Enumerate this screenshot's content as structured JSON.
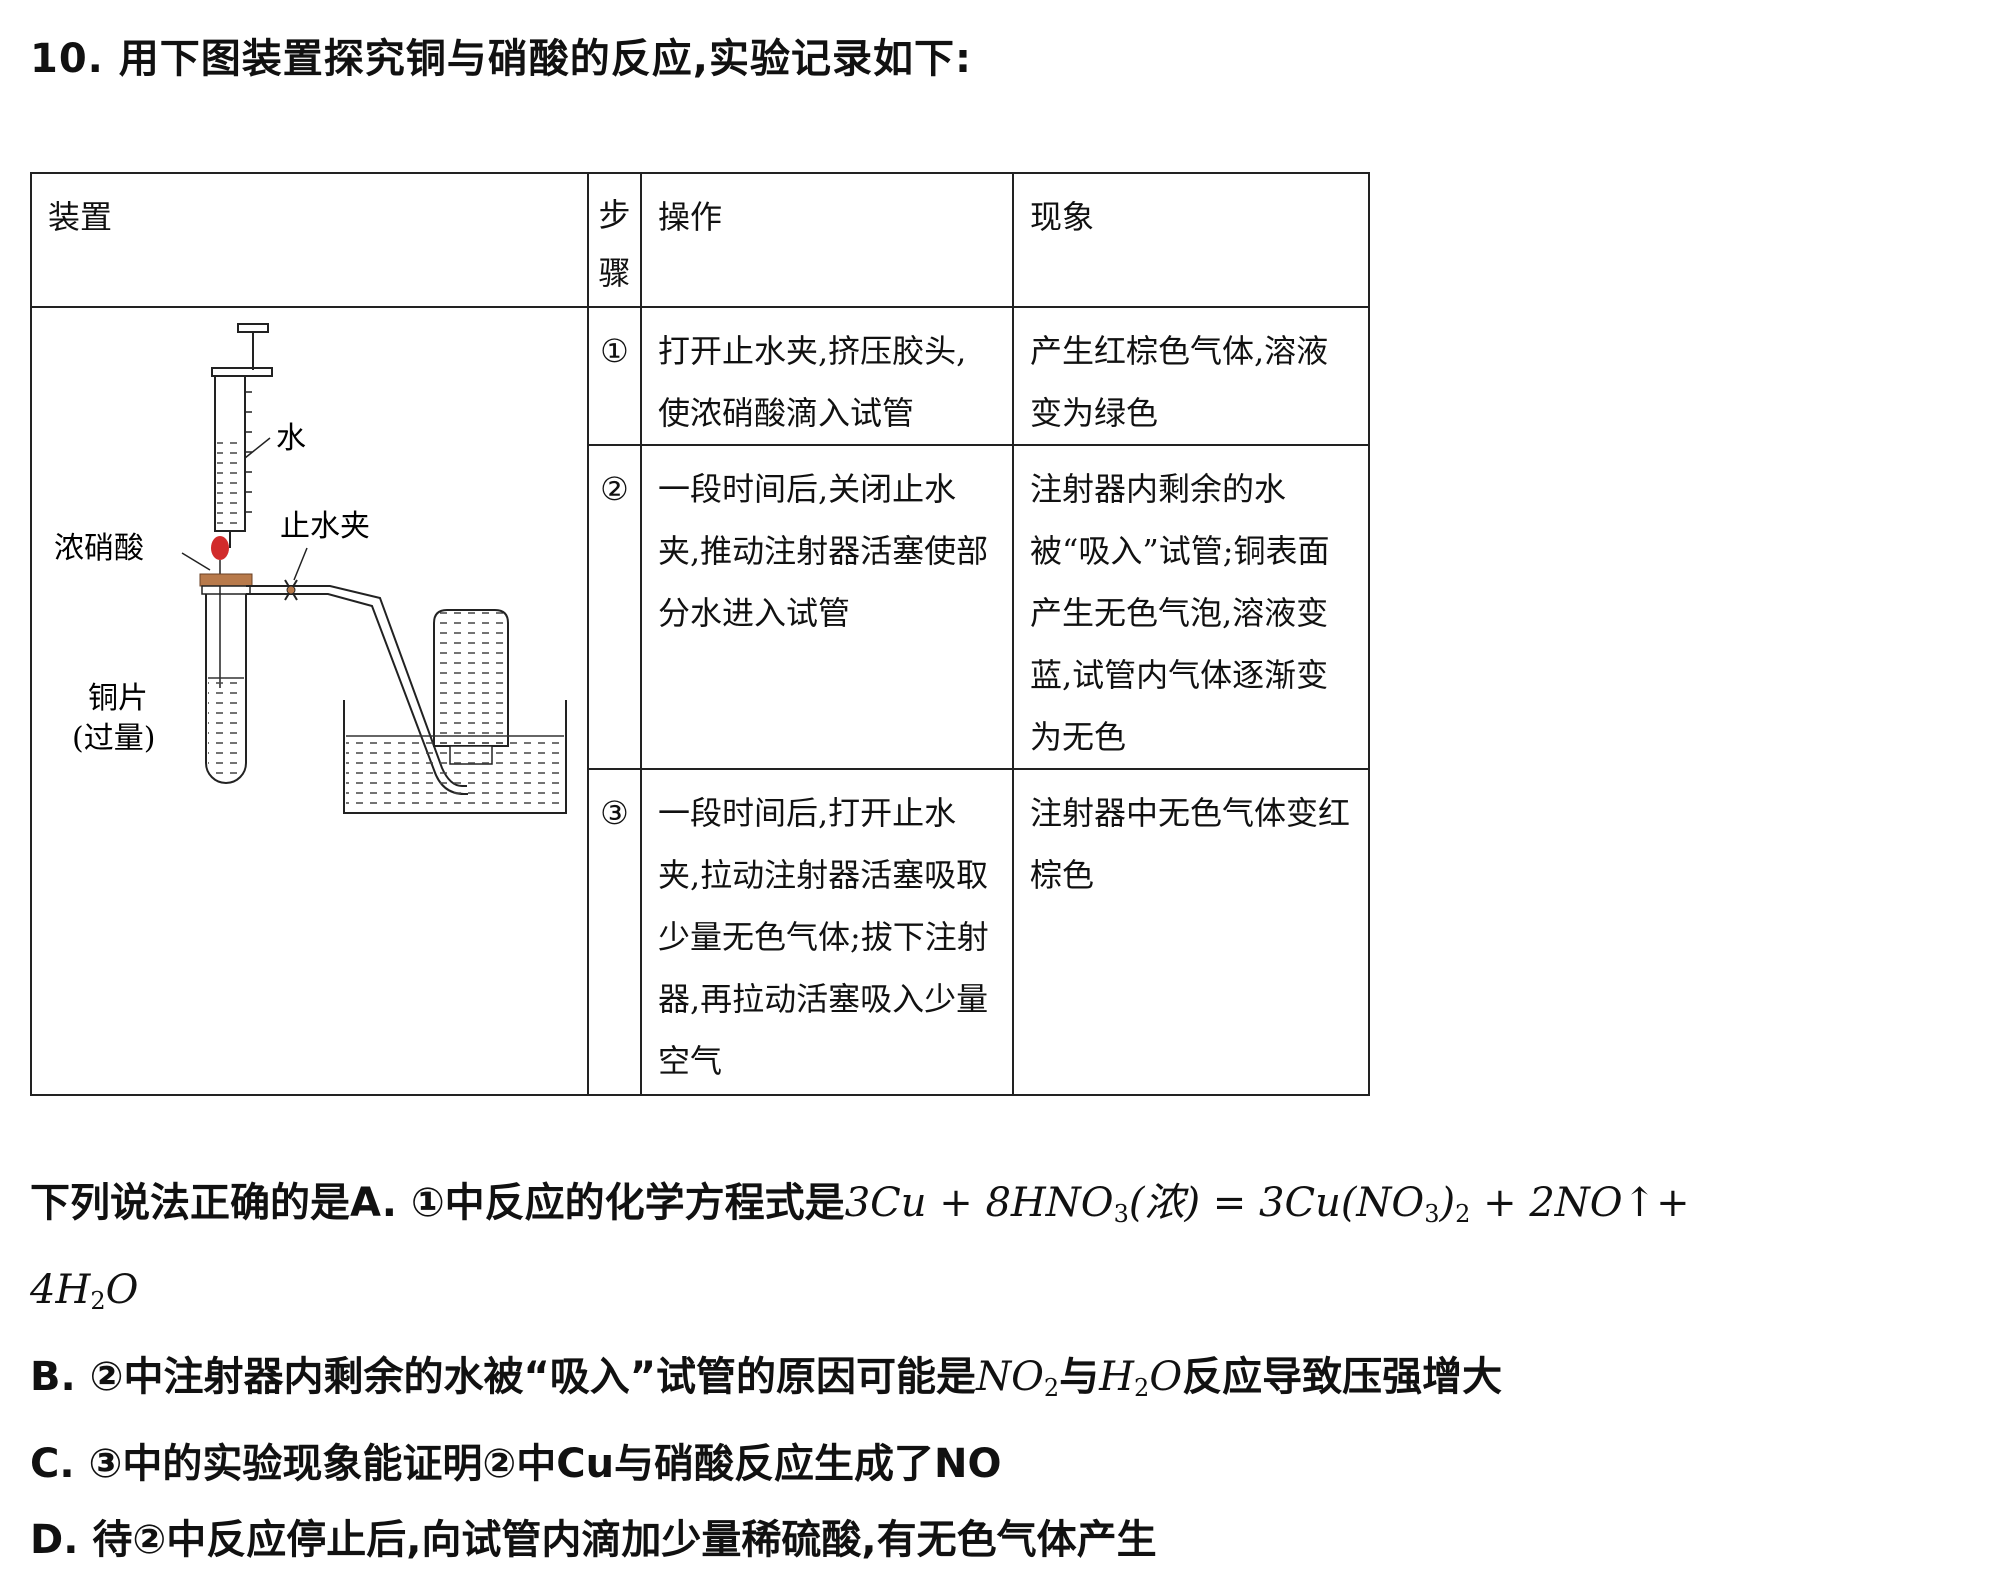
{
  "question": {
    "title": "10. 用下图装置探究铜与硝酸的反应,实验记录如下:"
  },
  "table": {
    "headers": {
      "apparatus": "装置",
      "step": "步骤",
      "operation": "操作",
      "phenomenon": "现象"
    },
    "rows": [
      {
        "step": "①",
        "operation": "打开止水夹,挤压胶头,使浓硝酸滴入试管",
        "phenomenon": "产生红棕色气体,溶液变为绿色"
      },
      {
        "step": "②",
        "operation": "一段时间后,关闭止水夹,推动注射器活塞使部分水进入试管",
        "phenomenon": "注射器内剩余的水被“吸入”试管;铜表面产生无色气泡,溶液变蓝,试管内气体逐渐变为无色"
      },
      {
        "step": "③",
        "operation": "一段时间后,打开止水夹,拉动注射器活塞吸取少量无色气体;拔下注射器,再拉动活塞吸入少量空气",
        "phenomenon": "注射器中无色气体变红棕色"
      }
    ],
    "apparatus_labels": {
      "water": "水",
      "clamp": "止水夹",
      "conc_acid": "浓硝酸",
      "copper_line1": "铜片",
      "copper_line2": "(过量)"
    }
  },
  "options": {
    "a_prefix": "下列说法正确的是A. ①中反应的化学方程式是",
    "a_eq1": "3Cu + 8HNO",
    "a_sub3": "3",
    "a_conc": "(浓) = 3Cu(NO",
    "a_sub3b": "3",
    "a_close": ")",
    "a_sub2": "2",
    "a_eq2": " + 2NO↑+",
    "a_line2_4h": "4H",
    "a_line2_sub2": "2",
    "a_line2_o": "O",
    "b_prefix": "B. ②中注射器内剩余的水被“吸入”试管的原因可能是",
    "b_no": "NO",
    "b_sub2": "2",
    "b_with": "与",
    "b_h": "H",
    "b_sub2b": "2",
    "b_o": "O",
    "b_suffix": "反应导致压强增大",
    "c": "C. ③中的实验现象能证明②中Cu与硝酸反应生成了NO",
    "d": "D. 待②中反应停止后,向试管内滴加少量稀硫酸,有无色气体产生"
  },
  "colors": {
    "stopper": "#b87a4b",
    "bulb": "#d12b2b"
  }
}
